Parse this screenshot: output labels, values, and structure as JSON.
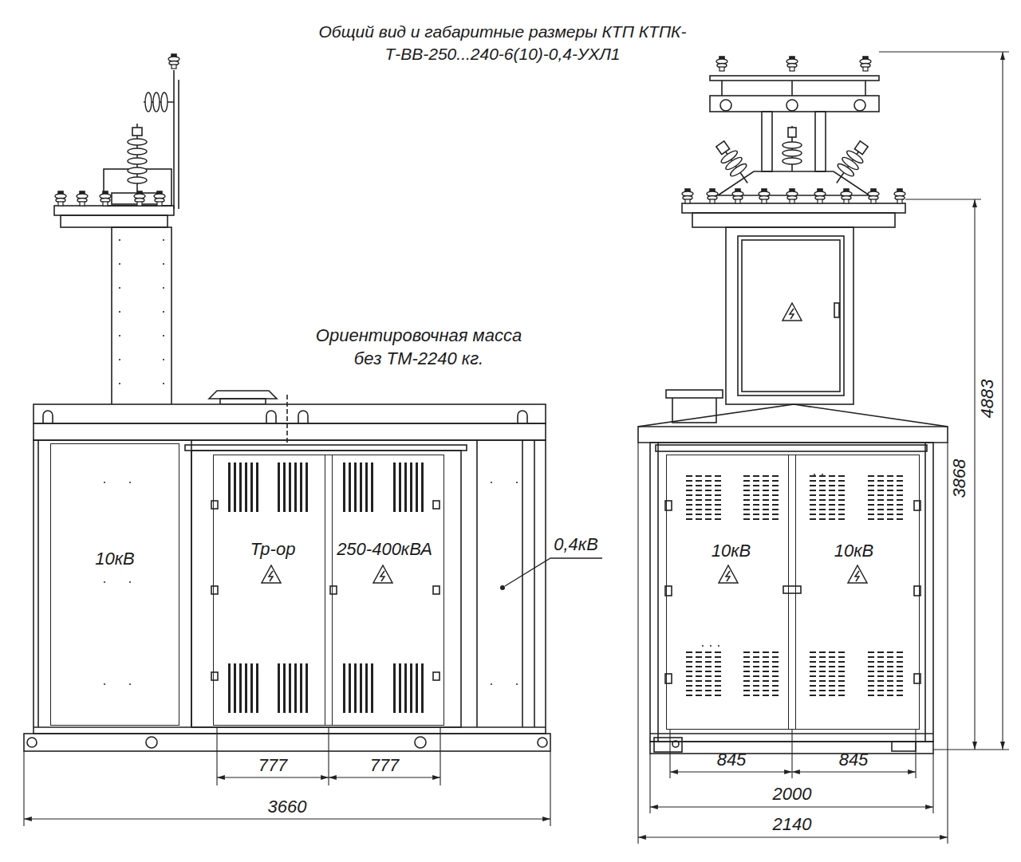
{
  "diagram": {
    "title": "Общий вид и габаритные размеры КТП КТПК-Т-ВВ-250...240-6(10)-0,4-УХЛ1",
    "nodes": [
      {
        "text": [
          "10кВ"
        ]
      },
      {
        "text": [
          "Тр-ор"
        ]
      },
      {
        "text": [
          "250-400кВА"
        ]
      },
      {
        "text": [
          "10кВ"
        ]
      },
      {
        "text": [
          "10кВ"
        ]
      }
    ],
    "labels": [
      "Ориентировочная масса без ТМ-2240 кг.",
      "0,4кВ",
      "777",
      "777",
      "3660",
      "845",
      "845",
      "2000",
      "2140",
      "3868",
      "4883"
    ]
  }
}
